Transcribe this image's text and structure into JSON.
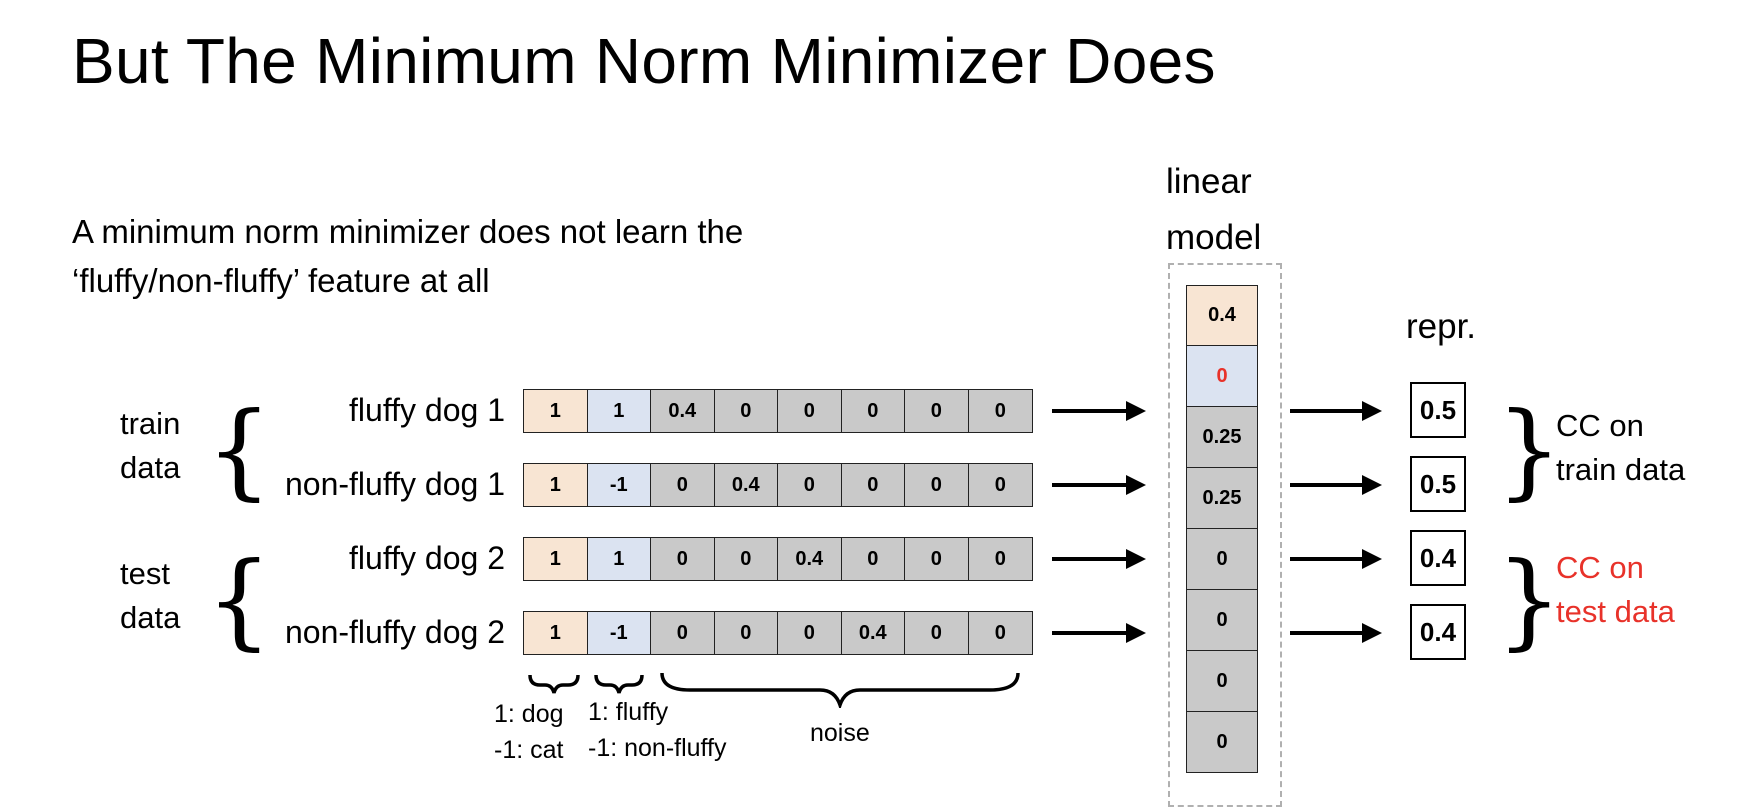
{
  "title": "But The Minimum Norm Minimizer Does",
  "subtitle_lines": [
    "A minimum norm minimizer does not learn the",
    "‘fluffy/non-fluffy’ feature at all"
  ],
  "groups": [
    {
      "label_lines": [
        "train",
        "data"
      ],
      "brace": "{"
    },
    {
      "label_lines": [
        "test",
        "data"
      ],
      "brace": "{"
    }
  ],
  "colors": {
    "dog_feature": "#f8e5d3",
    "fluffy_feature": "#dbe3f1",
    "noise": "#c9c9c9",
    "highlight": "#e8322a",
    "model_dash": "#b0b0b0"
  },
  "rows": [
    {
      "label": "fluffy dog 1",
      "values": [
        "1",
        "1",
        "0.4",
        "0",
        "0",
        "0",
        "0",
        "0"
      ]
    },
    {
      "label": "non-fluffy dog 1",
      "values": [
        "1",
        "-1",
        "0",
        "0.4",
        "0",
        "0",
        "0",
        "0"
      ]
    },
    {
      "label": "fluffy dog 2",
      "values": [
        "1",
        "1",
        "0",
        "0",
        "0.4",
        "0",
        "0",
        "0"
      ]
    },
    {
      "label": "non-fluffy dog 2",
      "values": [
        "1",
        "-1",
        "0",
        "0",
        "0",
        "0.4",
        "0",
        "0"
      ]
    }
  ],
  "feature_legend": {
    "dog": [
      "1: dog",
      "-1: cat"
    ],
    "fluffy": [
      "1: fluffy",
      "-1: non-fluffy"
    ],
    "noise": "noise"
  },
  "model": {
    "heading_lines": [
      "linear",
      "model"
    ],
    "weights": [
      "0.4",
      "0",
      "0.25",
      "0.25",
      "0",
      "0",
      "0",
      "0"
    ],
    "highlight_index": 1
  },
  "repr": {
    "heading": "repr.",
    "values": [
      "0.5",
      "0.5",
      "0.4",
      "0.4"
    ],
    "brace": "}"
  },
  "cc_labels": [
    {
      "lines": [
        "CC on",
        "train data"
      ],
      "highlight": false
    },
    {
      "lines": [
        "CC on",
        "test data"
      ],
      "highlight": true
    }
  ]
}
